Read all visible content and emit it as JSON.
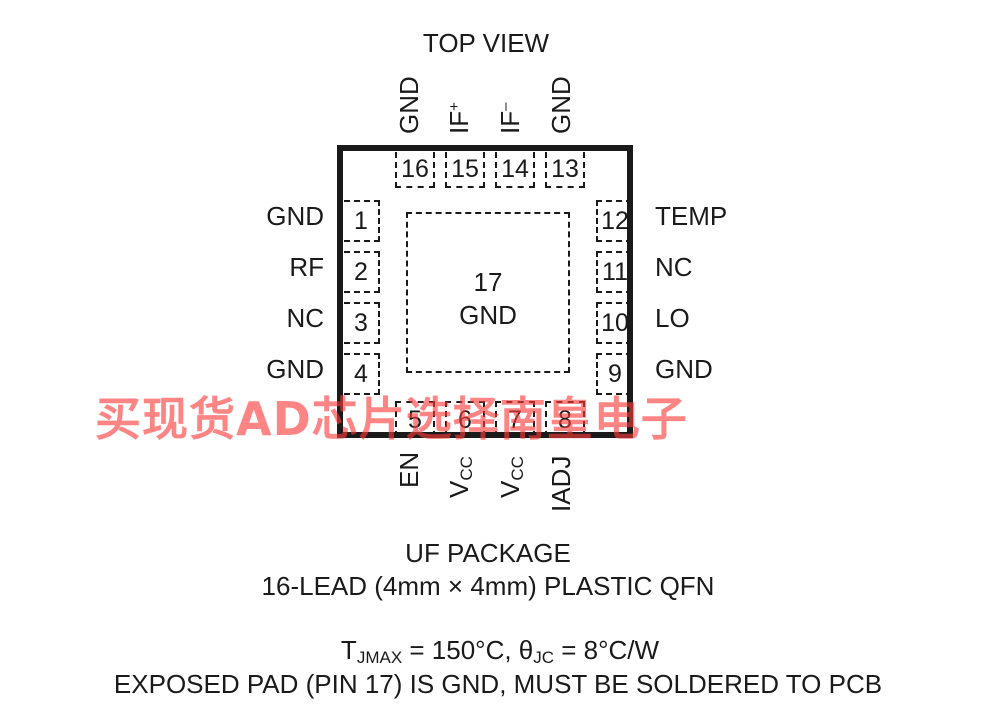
{
  "header": {
    "title": "TOP VIEW"
  },
  "package": {
    "center_pad": {
      "number": "17",
      "name": "GND"
    },
    "left_pins": [
      {
        "number": "1",
        "name": "GND"
      },
      {
        "number": "2",
        "name": "RF"
      },
      {
        "number": "3",
        "name": "NC"
      },
      {
        "number": "4",
        "name": "GND"
      }
    ],
    "right_pins": [
      {
        "number": "12",
        "name": "TEMP"
      },
      {
        "number": "11",
        "name": "NC"
      },
      {
        "number": "10",
        "name": "LO"
      },
      {
        "number": "9",
        "name": "GND"
      }
    ],
    "top_pins": [
      {
        "number": "16",
        "name": "GND"
      },
      {
        "number": "15",
        "name": "IF",
        "sup": "+"
      },
      {
        "number": "14",
        "name": "IF",
        "sup": "–"
      },
      {
        "number": "13",
        "name": "GND"
      }
    ],
    "bottom_pins": [
      {
        "number": "5",
        "name": "EN"
      },
      {
        "number": "6",
        "name": "V",
        "sub": "CC"
      },
      {
        "number": "7",
        "name": "V",
        "sub": "CC"
      },
      {
        "number": "8",
        "name": "IADJ"
      }
    ]
  },
  "footer": {
    "package_name": "UF PACKAGE",
    "package_desc": "16-LEAD (4mm × 4mm) PLASTIC QFN",
    "thermal": {
      "t": "T",
      "t_sub": "JMAX",
      "t_val": " = 150°C, ",
      "theta": "θ",
      "theta_sub": "JC",
      "theta_val": " = 8°C/W"
    },
    "note": "EXPOSED PAD (PIN 17) IS GND, MUST BE SOLDERED TO PCB"
  },
  "watermark": "买现货AD芯片选择南皇电子"
}
